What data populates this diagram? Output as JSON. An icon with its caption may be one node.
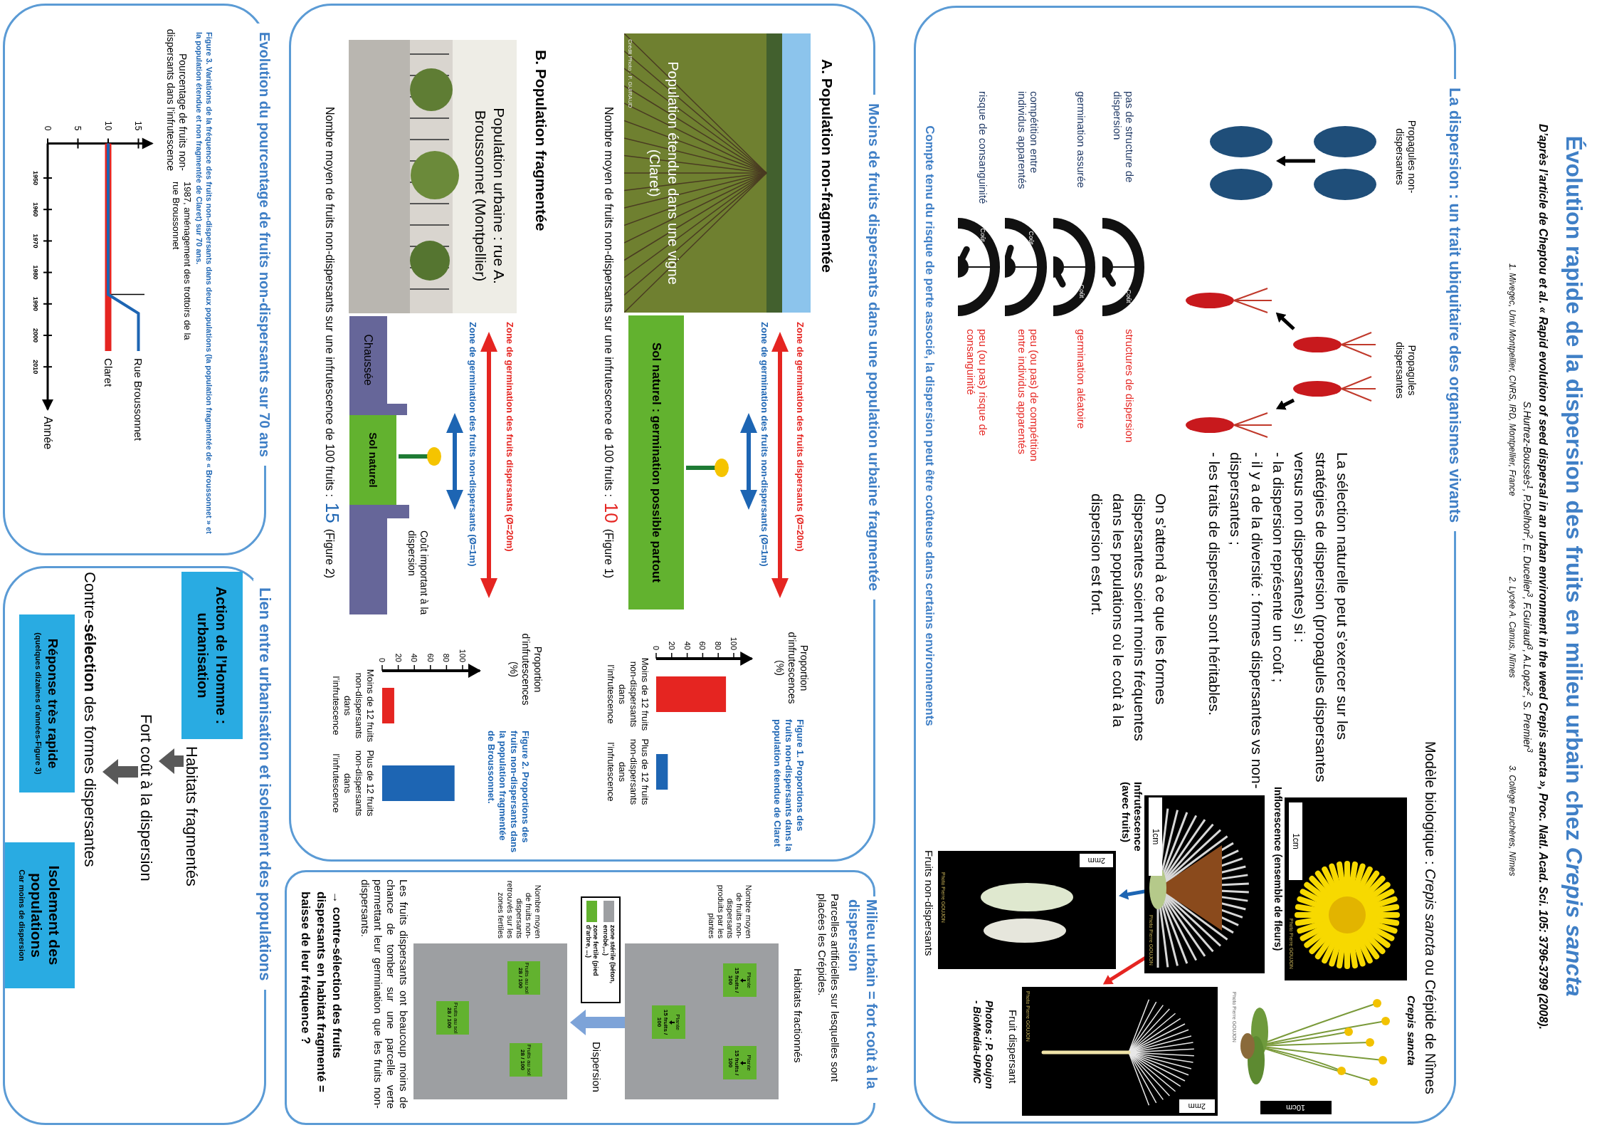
{
  "diagram": {
    "title": "Évolution rapide de la dispersion des fruits en milieu urbain chez *Crepis sancta*",
    "nodes": [
      {
        "text": [
          "La dispersion : un trait ubiquitaire des organismes vivants",
          "Modèle biologique : *Crepis sancta* ou Crépide de Nîmes"
        ]
      },
      {
        "text": [],
        "shape": "ellipse",
        "in": 0
      },
      {
        "text": [],
        "shape": "ellipse",
        "in": 0
      },
      {
        "text": [],
        "shape": "seed",
        "in": 0
      },
      {
        "text": [],
        "shape": "seed",
        "in": 0
      },
      {
        "text": [],
        "shape": "seed",
        "in": 0
      },
      {
        "text": [],
        "shape": "seed",
        "in": 0
      },
      {
        "text": [
          "1cm",
          "Photo Pierre GOUJON"
        ],
        "in": 0,
        "beside": [
          "Inflorescence (ensemble de fleurs)"
        ]
      },
      {
        "text": [
          "10cm",
          "Photo Pierre GOUJON"
        ],
        "in": 0,
        "beside": [
          "Crepis sancta"
        ]
      },
      {
        "text": [
          "1cm",
          "Photo Pierre GOUJON"
        ],
        "in": 0,
        "beside": [
          "Infrutescence (avec fruits)"
        ]
      },
      {
        "text": [
          "2mm",
          "Photo Pierre GOUJON"
        ],
        "in": 0,
        "beside": [
          "Fruits non-dispersants"
        ]
      },
      {
        "text": [
          "2mm",
          "Photo Pierre GOUJON"
        ],
        "in": 0,
        "beside": [
          "Fruit dispersant"
        ]
      },
      {
        "text": [
          "Moins de fruits dispersants dans une population urbaine fragmentée"
        ]
      },
      {
        "text": [
          "Population étendue dans une vigne (Claret)",
          "Crédit Photo : F. GUIRAUD"
        ],
        "in": 12
      },
      {
        "text": [
          "Sol naturel : germination possible partout"
        ],
        "in": 12
      },
      {
        "text": [
          "Population urbaine : rue A. Broussonnet (Montpellier)"
        ],
        "in": 12
      },
      {
        "text": [
          "Chaussée"
        ],
        "in": 12
      },
      {
        "text": [
          "Sol naturel"
        ],
        "in": 12
      },
      {
        "text": [],
        "shape": "box",
        "in": 12
      },
      {
        "text": [
          "Milieu urbain = fort coût à la dispersion"
        ]
      },
      {
        "text": [],
        "shape": "box",
        "in": 19
      },
      {
        "text": [
          "Fruits au sol",
          "28 / 100"
        ],
        "in": 20
      },
      {
        "text": [
          "Fruits au sol",
          "28 / 100"
        ],
        "in": 20
      },
      {
        "text": [
          "Fruits au sol",
          "28 / 100"
        ],
        "in": 20
      },
      {
        "text": [],
        "shape": "box",
        "in": 19
      },
      {
        "text": [
          "Plante",
          "15 fruits / 100"
        ],
        "in": 24
      },
      {
        "text": [
          "Plante",
          "15 fruits / 100"
        ],
        "in": 24
      },
      {
        "text": [
          "Plante",
          "15 fruits / 100"
        ],
        "in": 24
      },
      {
        "text": [
          "Evolution du pourcentage de fruits non-dispersants sur 70 ans"
        ]
      },
      {
        "text": [
          "Lien entre urbanisation et isolement des populations"
        ]
      },
      {
        "text": [
          "Action de l’Homme : urbanisation"
        ],
        "in": 29
      },
      {
        "text": [
          "Habitats fragmentés"
        ],
        "in": 29
      },
      {
        "text": [
          "Fort coût à la dispersion"
        ],
        "in": 29
      },
      {
        "text": [
          "Contre-**sélection** des formes dispersantes"
        ],
        "in": 29
      },
      {
        "text": [
          "Réponse très rapide",
          "(quelques dizaines d’années-Figure 3)"
        ],
        "in": 29
      },
      {
        "text": [
          "Isolement des populations",
          "Car moins de dispersion"
        ],
        "in": 29
      }
    ],
    "edges": [
      {
        "from": 2,
        "to": 1,
        "arrow": "to"
      },
      {
        "from": 4,
        "to": 3,
        "arrow": "to"
      },
      {
        "from": 5,
        "to": 6,
        "arrow": "to"
      },
      {
        "from": 9,
        "to": 10,
        "arrow": "to",
        "color": "#1d65b3"
      },
      {
        "from": 9,
        "to": 11,
        "arrow": "to",
        "color": "#e52521"
      },
      {
        "from": 24,
        "to": 20,
        "arrow": "to",
        "label": "Dispersion",
        "style": "thick",
        "color": "#7da3d8"
      },
      {
        "from": 31,
        "to": 32,
        "arrow": "to",
        "style": "thick",
        "color": "#595959"
      },
      {
        "from": 32,
        "to": 33,
        "arrow": "to",
        "style": "thick",
        "color": "#595959"
      }
    ],
    "labels": [
      "D’après l’article de Cheptou et al. « Rapid evolution of seed dispersal in an urban environment in the weed Crepis sancta », Proc. Natl. Acad. Sci. 105: 3796-3799 (2008).",
      "S.Hurtrez-Boussès$^{1}$, P.Delhon$^{2}$, E. Ducelier$^{3}$, F.Guiraud$^{3}$, A.Lopez$^{2}$, S. Premier$^{3}$",
      "1. Mivegec, Univ Montpellier, CNRS, IRD, Montpellier, France",
      "2. Lycée A. Camus, Nîmes",
      "3. Collège Feuchères, Nîmes",
      "Propagules non-dispersantes",
      "Propagules dispersantes",
      "La sélection naturelle peut s’exercer sur les stratégies de dispersion (propagules dispersantes versus non dispersantes) si :",
      "- la dispersion représente un coût ;",
      "- il y a de la diversité : formes dispersantes vs non-dispersantes ;",
      "- les traits de dispersion sont héritables.",
      "pas de structure de dispersion",
      "Coût",
      "structures de dispersion",
      "germination assurée",
      "Coût",
      "germination aléatoire",
      "compétition entre individus apparentés",
      "Coût",
      "peu (ou pas) de compétition entre individus apparentés",
      "risque de consanguinité",
      "Coût",
      "peu (ou pas) risque de consanguinité",
      "On s’attend à ce que les formes dispersantes soient moins fréquentes dans les populations où le coût à la dispersion est fort.",
      "Photos : P. Goujon - BioMedia-UPMC",
      "Compte tenu du risque de perte associé, la dispersion peut être coûteuse dans certains environnements",
      "A. Population non-fragmentée",
      "Zone de germination des fruits dispersants (Ø=20m)",
      "Zone de germination des fruits non-dispersants (Ø=1m)",
      "Nombre moyen de fruits non-dispersants sur une infrutescence de 100 fruits :",
      "10",
      "(Figure 1)",
      "B. Population fragmentée",
      "Zone de germination des fruits dispersants (Ø=20m)",
      "Zone de germination des fruits non-dispersants (Ø=1m)",
      "Coût important à la dispersion",
      "Nombre moyen de fruits non-dispersants sur une infrutescence de 100 fruits :",
      "15",
      "(Figure 2)",
      "Parcelles artificielles sur lesquelles sont placées les Crépides.",
      "Habitats fractionnés",
      "Nombre moyen de fruits non-dispersants produits par les plantes",
      "Nombre moyen de fruits non-dispersants retrouvés sur les zones fertiles",
      "Les fruits dispersants ont beaucoup moins de chance de tomber sur une parcelle verte permettant leur germination que les fruits non-dispersants.",
      "→ contre-sélection des fruits dispersants en habitat fragmenté = baisse de leur fréquence ?",
      "Figure 1. Proportions des fruits non-dispersants dans la population étendue de Claret",
      "Figure 2. Proportions des fruits non-dispersants dans la population fragmentée de Broussonnet.",
      "Figure 3. Variations de la fréquence des fruits non-dispersants dans deux populations (la population fragmentée de « Broussonnet » et la population étendue et non fragmentée de Claret) sur 70 ans.",
      "Année"
    ],
    "legend": [
      {
        "text": "zone stérile (béton, enrobé,...)",
        "color": "#9d9fa2"
      },
      {
        "text": "zone fertile (pied d’arbre, ...)",
        "color": "#62b22f"
      }
    ],
    "chart_data": [
      {
        "type": "bar",
        "orientation": "horizontal",
        "ylabel": "Proportion d’infrutescences (%)",
        "categories": [
          "Moins de 12 fruits non-dispersants dans l’infrutescence",
          "Plus de 12 fruits non-dispersants dans l’infrutescence"
        ],
        "stacked": true,
        "xlim": [
          0,
          125
        ],
        "xticks": [
          0,
          20,
          40,
          60,
          80,
          100
        ],
        "series": [
          {
            "color": "#e52521",
            "values": [
              90,
              null
            ]
          },
          {
            "color": "#1d65b3",
            "values": [
              null,
              15
            ]
          }
        ]
      },
      {
        "type": "bar",
        "orientation": "horizontal",
        "ylabel": "Proportion d’infrutescences (%)",
        "categories": [
          "Moins de 12 fruits non-dispersants dans l’infrutescence",
          "Plus de 12 fruits non-dispersants dans l’infrutescence"
        ],
        "stacked": true,
        "xlim": [
          0,
          123
        ],
        "xticks": [
          0,
          20,
          40,
          60,
          80,
          100
        ],
        "series": [
          {
            "color": "#e52521",
            "values": [
              15,
              null
            ]
          },
          {
            "color": "#1d65b3",
            "values": [
              null,
              90
            ]
          }
        ]
      },
      {
        "type": "line",
        "orientation": "horizontal",
        "ylabel": "Pourcentage de fruits non-dispersants dans l’infrutescence",
        "x": [
          1939,
          1987,
          1993,
          2005
        ],
        "xlim": [
          0,
          17.5
        ],
        "xticks": [
          0,
          5,
          10,
          15
        ],
        "ylim": [
          2024,
          1939
        ],
        "yticks": [
          1950,
          1960,
          1970,
          1980,
          1990,
          2000,
          2010
        ],
        "series": [
          {
            "name": "Claret",
            "color": "#e52521",
            "values": [
              10,
              10,
              10,
              10
            ]
          },
          {
            "name": "Rue Broussonnet",
            "color": "#1d65b3",
            "values": [
              10,
              10,
              15,
              15
            ]
          }
        ],
        "annotations": [
          "1987, aménagement des trottoirs de la rue Broussonnet"
        ]
      }
    ]
  }
}
